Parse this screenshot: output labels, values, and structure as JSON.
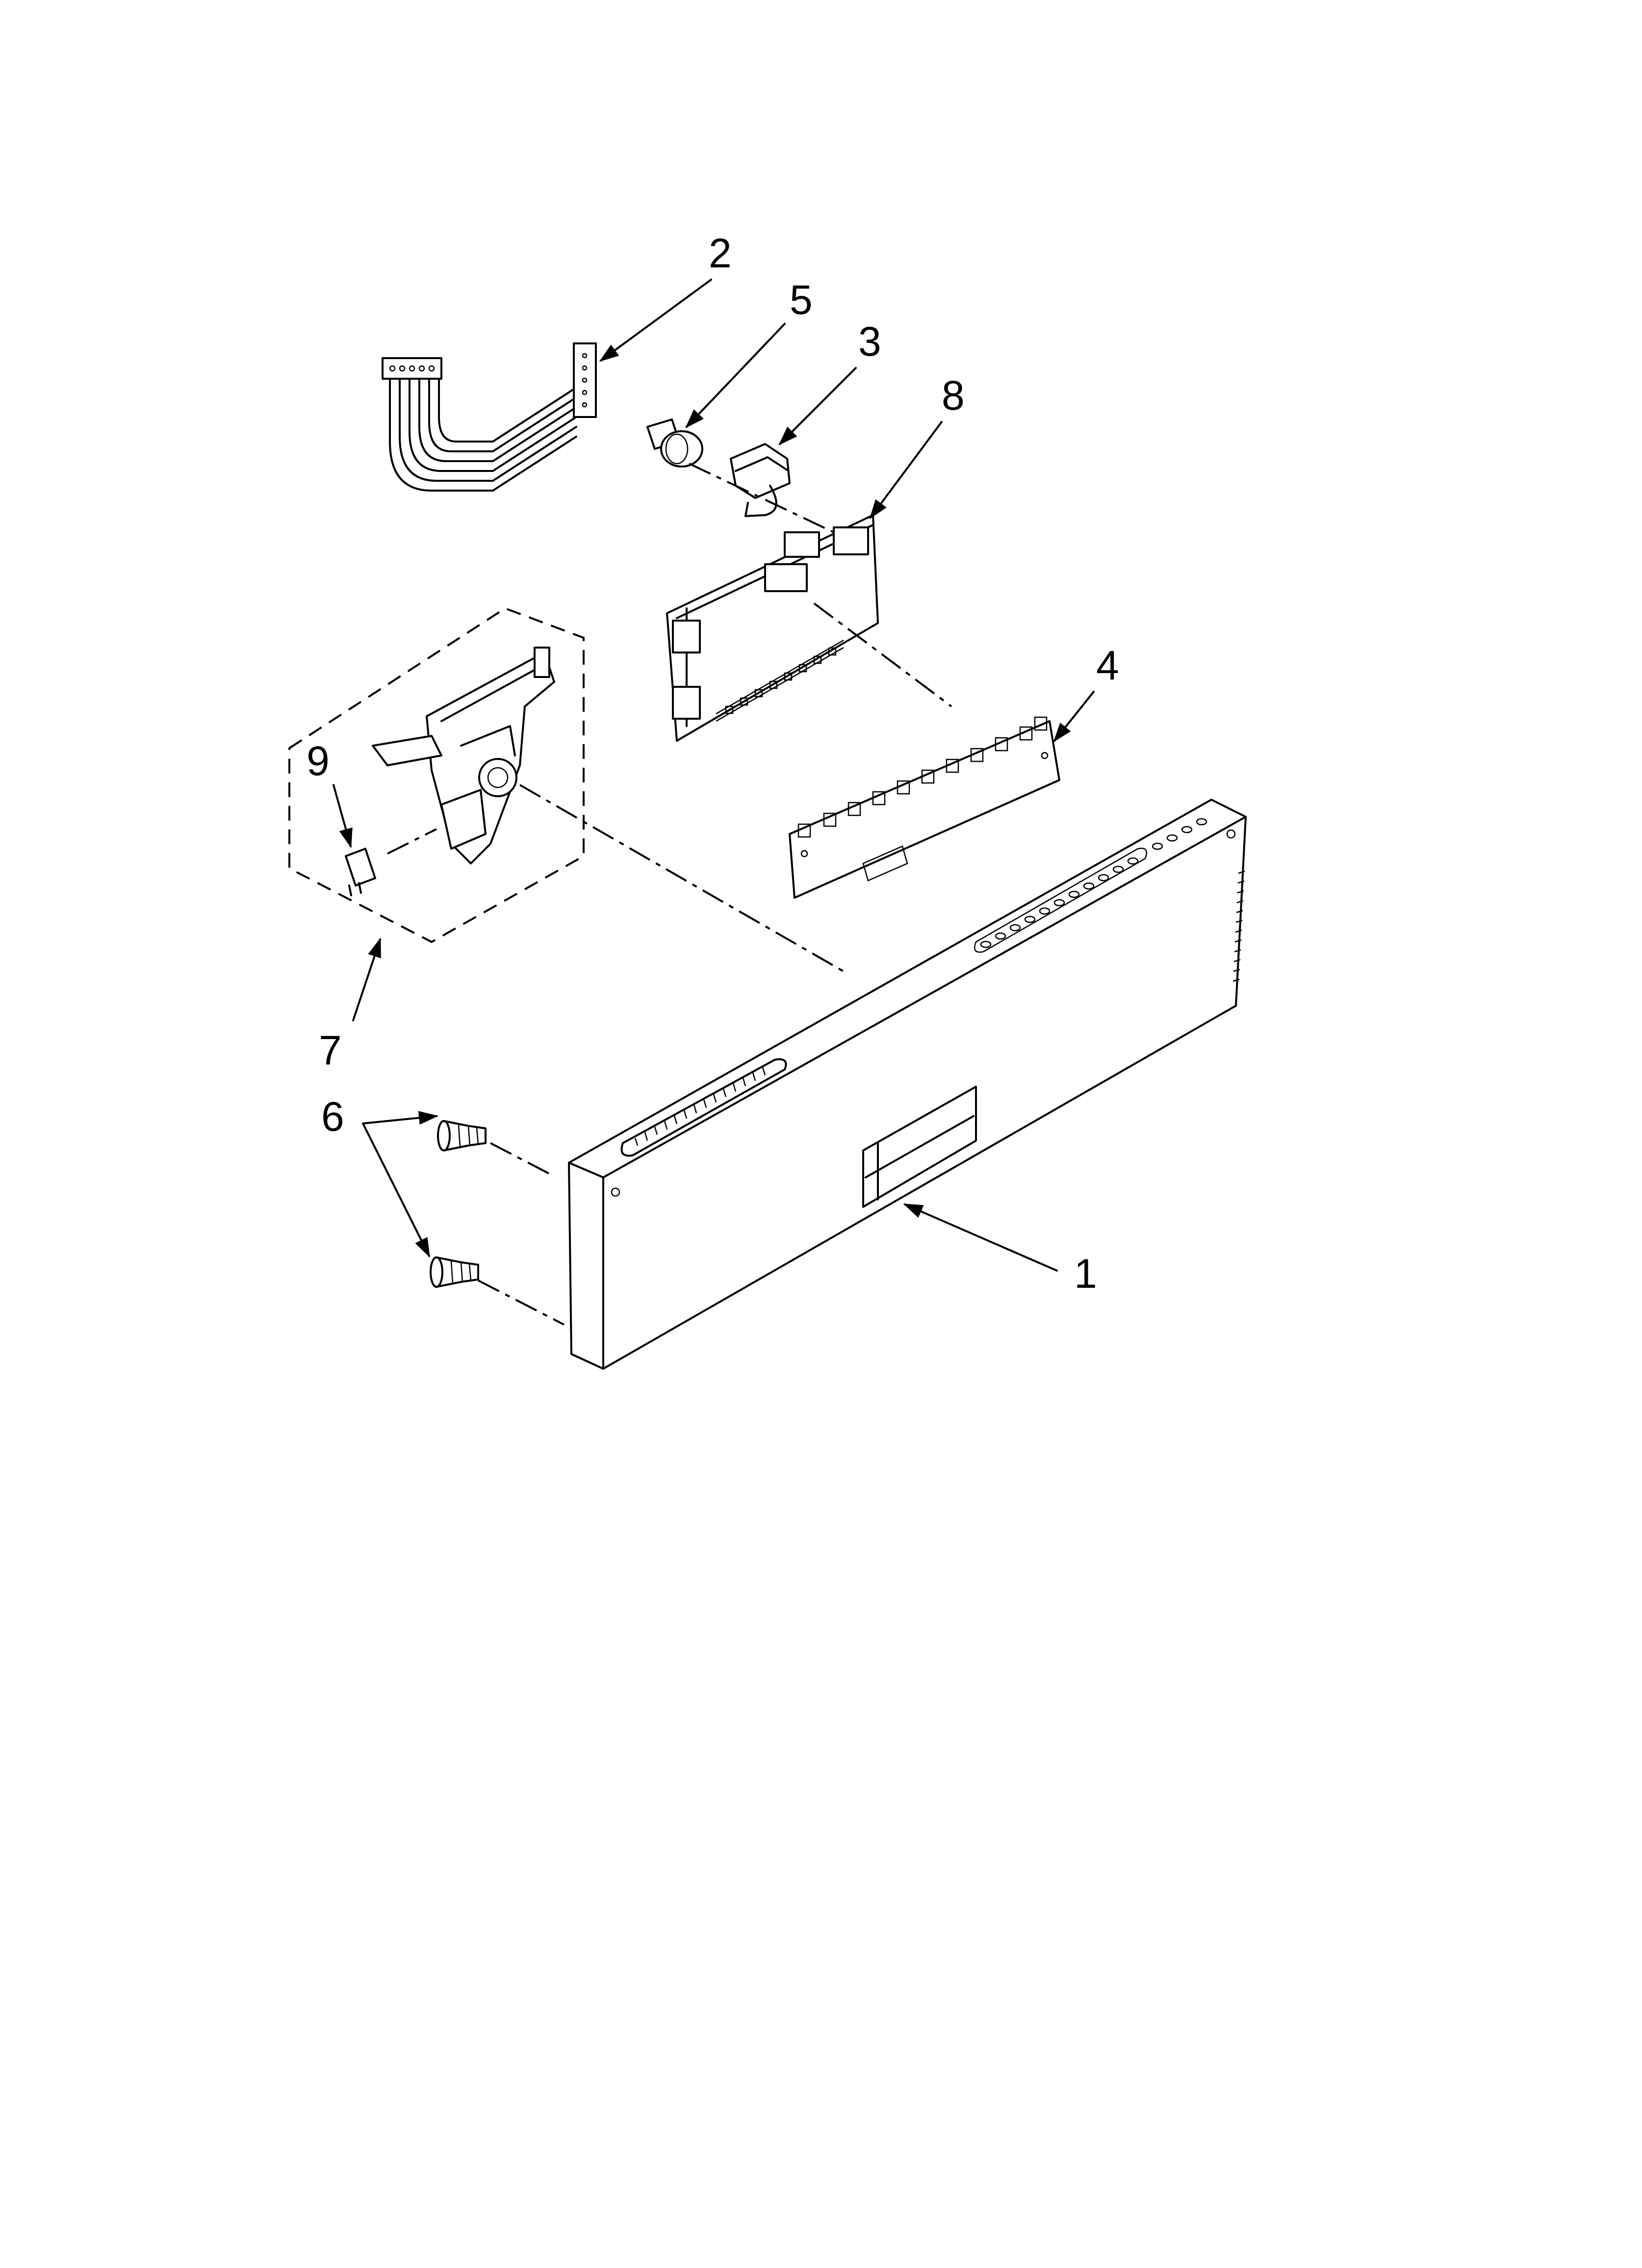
{
  "callouts": {
    "c1": "1",
    "c2": "2",
    "c3": "3",
    "c4": "4",
    "c5": "5",
    "c6": "6",
    "c7": "7",
    "c8": "8",
    "c9": "9"
  },
  "parts": [
    {
      "callout": "1",
      "icon": "control-panel-console-icon"
    },
    {
      "callout": "2",
      "icon": "ribbon-wire-harness-icon"
    },
    {
      "callout": "3",
      "icon": "thermistor-clip-icon"
    },
    {
      "callout": "4",
      "icon": "user-interface-board-icon"
    },
    {
      "callout": "5",
      "icon": "thermistor-icon"
    },
    {
      "callout": "6",
      "icon": "screw-icon"
    },
    {
      "callout": "7",
      "icon": "latch-assembly-icon"
    },
    {
      "callout": "8",
      "icon": "electronic-control-board-icon"
    },
    {
      "callout": "9",
      "icon": "door-switch-icon"
    }
  ],
  "colors": {
    "line": "#000000",
    "background": "#ffffff"
  }
}
